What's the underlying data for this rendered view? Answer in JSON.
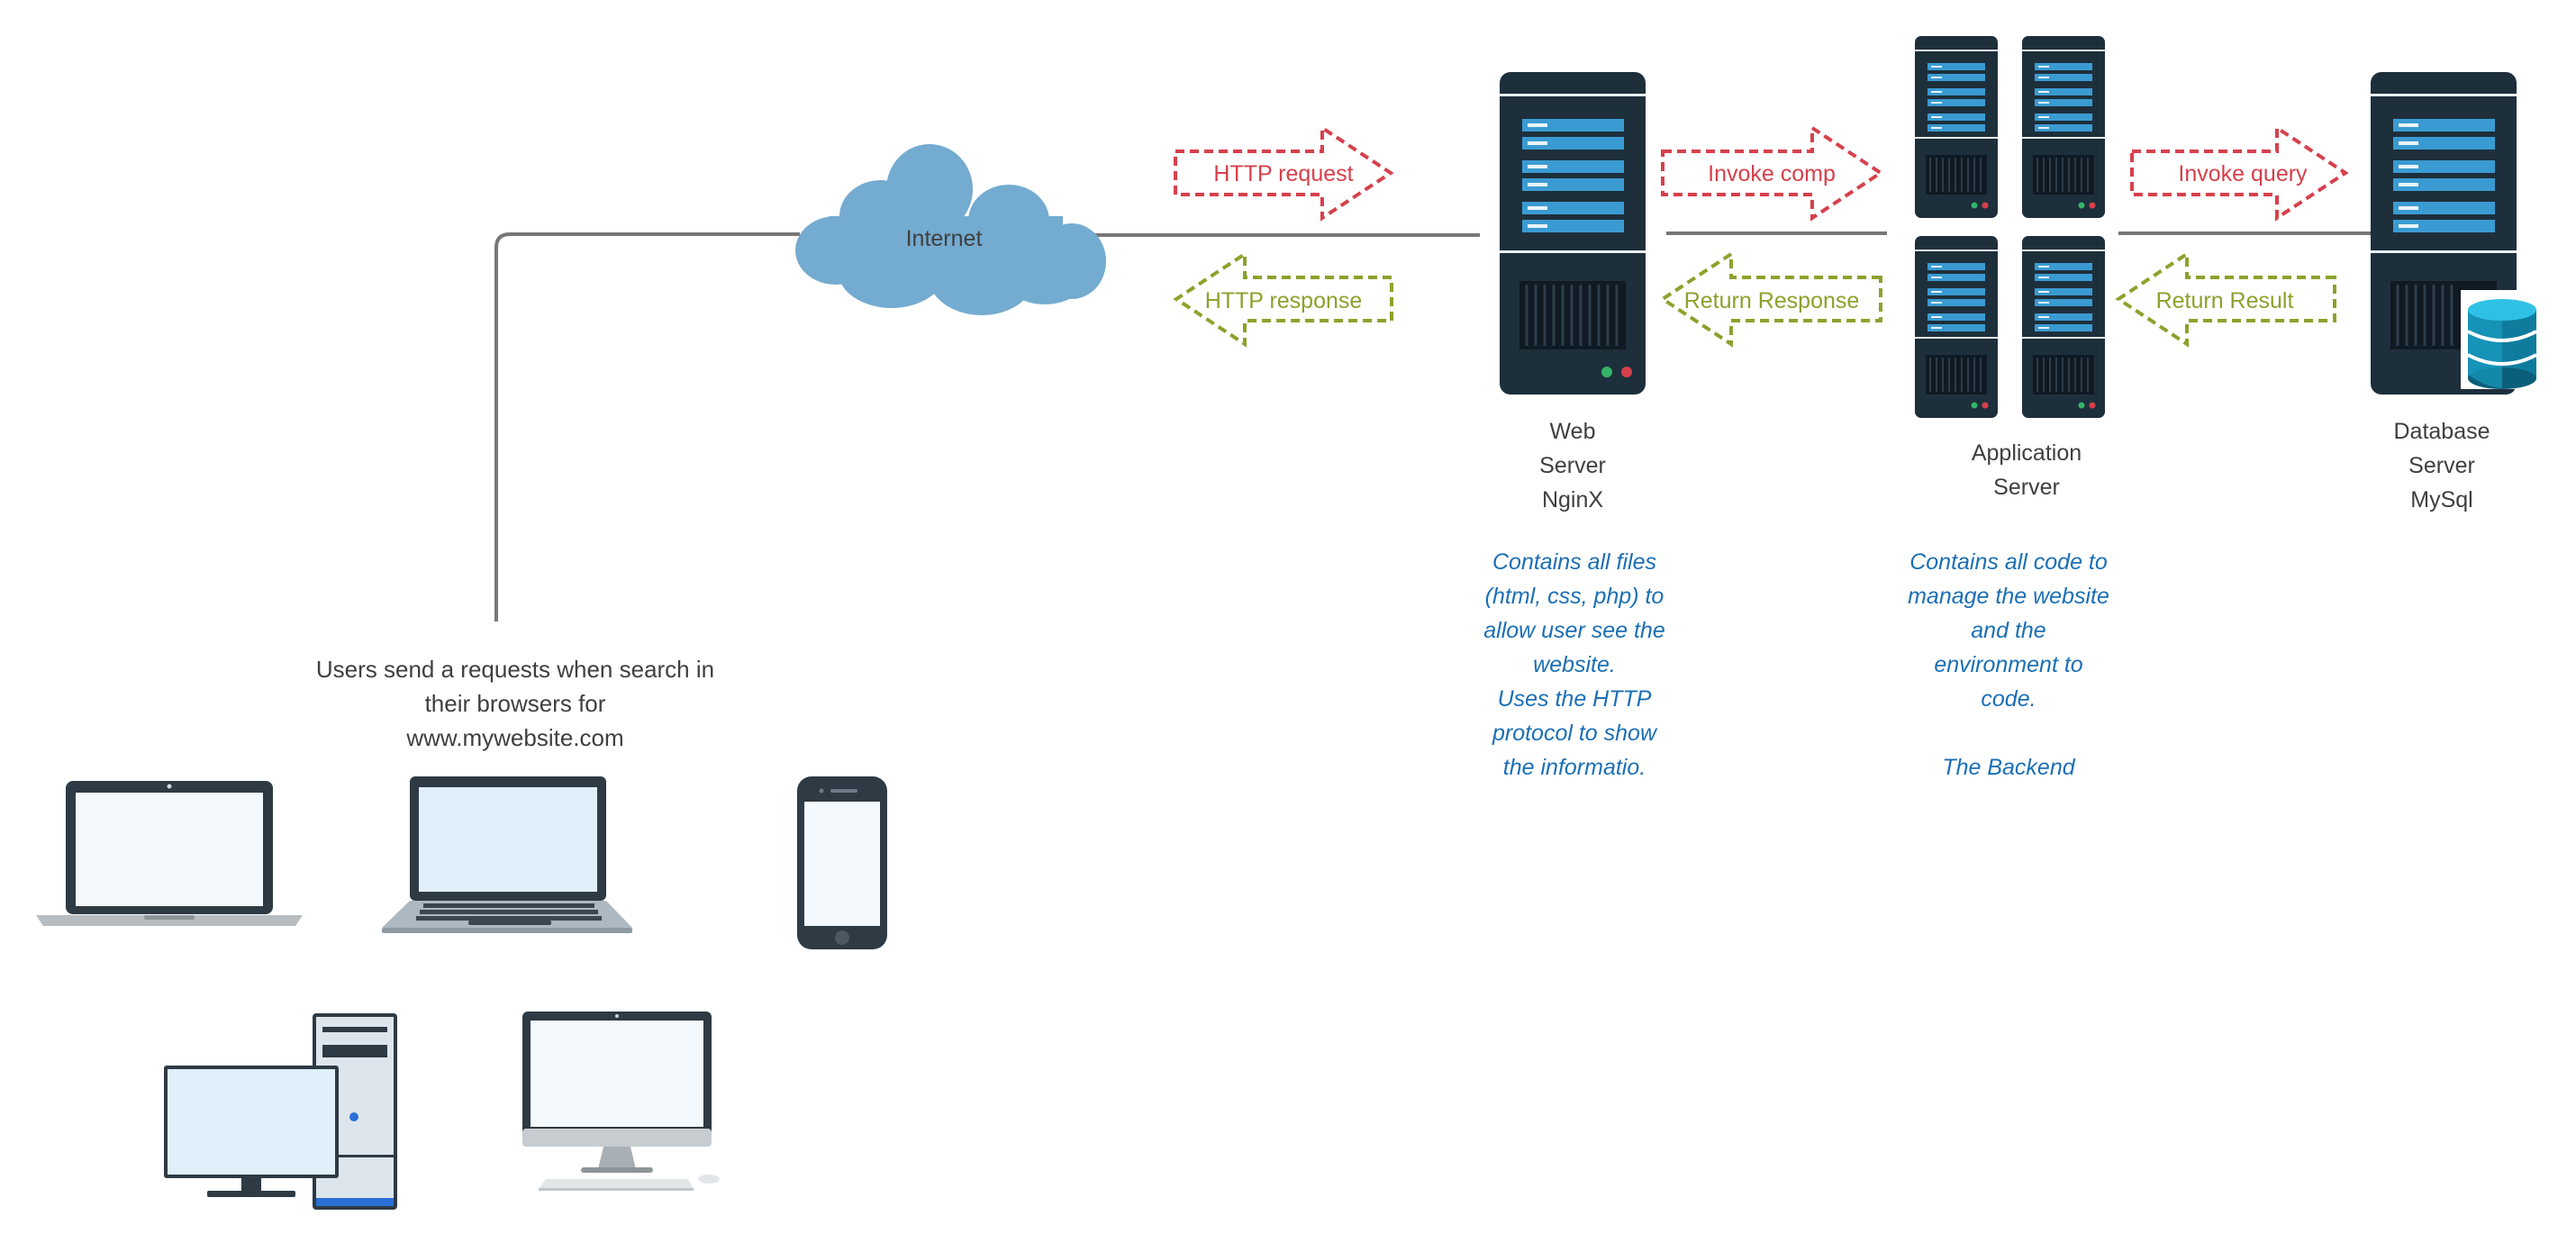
{
  "colors": {
    "request": "#d6404b",
    "response": "#8ba22c",
    "note": "#1b6fb5",
    "server_dark": "#1e2f3c",
    "server_accent": "#3a9bd2",
    "cloud": "#74abd0",
    "connector": "#777777",
    "text": "#3f3f3f"
  },
  "cloud": {
    "label": "Internet",
    "icon": "cloud-icon"
  },
  "users": {
    "caption": [
      "Users send a requests when search in",
      "their browsers for",
      "www.mywebsite.com"
    ],
    "devices": [
      "laptop-icon",
      "laptop-icon",
      "smartphone-icon",
      "desktop-tower-icon",
      "imac-icon"
    ]
  },
  "arrows": {
    "http_request": "HTTP request",
    "http_response": "HTTP response",
    "invoke_comp": "Invoke comp",
    "return_response": "Return Response",
    "invoke_query": "Invoke query",
    "return_result": "Return Result"
  },
  "web_server": {
    "label": [
      "Web",
      "Server",
      "NginX"
    ],
    "note": [
      "Contains all files",
      "(html, css, php) to",
      "allow user see the",
      "website.",
      "Uses the HTTP",
      "protocol to show",
      "the informatio."
    ],
    "icon": "server-rack-icon"
  },
  "app_server": {
    "label": [
      "Application",
      "Server"
    ],
    "note": [
      "Contains all code to",
      "manage the website",
      "and the",
      "environment to",
      "code.",
      "",
      "The Backend"
    ],
    "icon": "server-cluster-icon"
  },
  "db_server": {
    "label": [
      "Database",
      "Server",
      "MySql"
    ],
    "icon": "database-server-icon"
  }
}
